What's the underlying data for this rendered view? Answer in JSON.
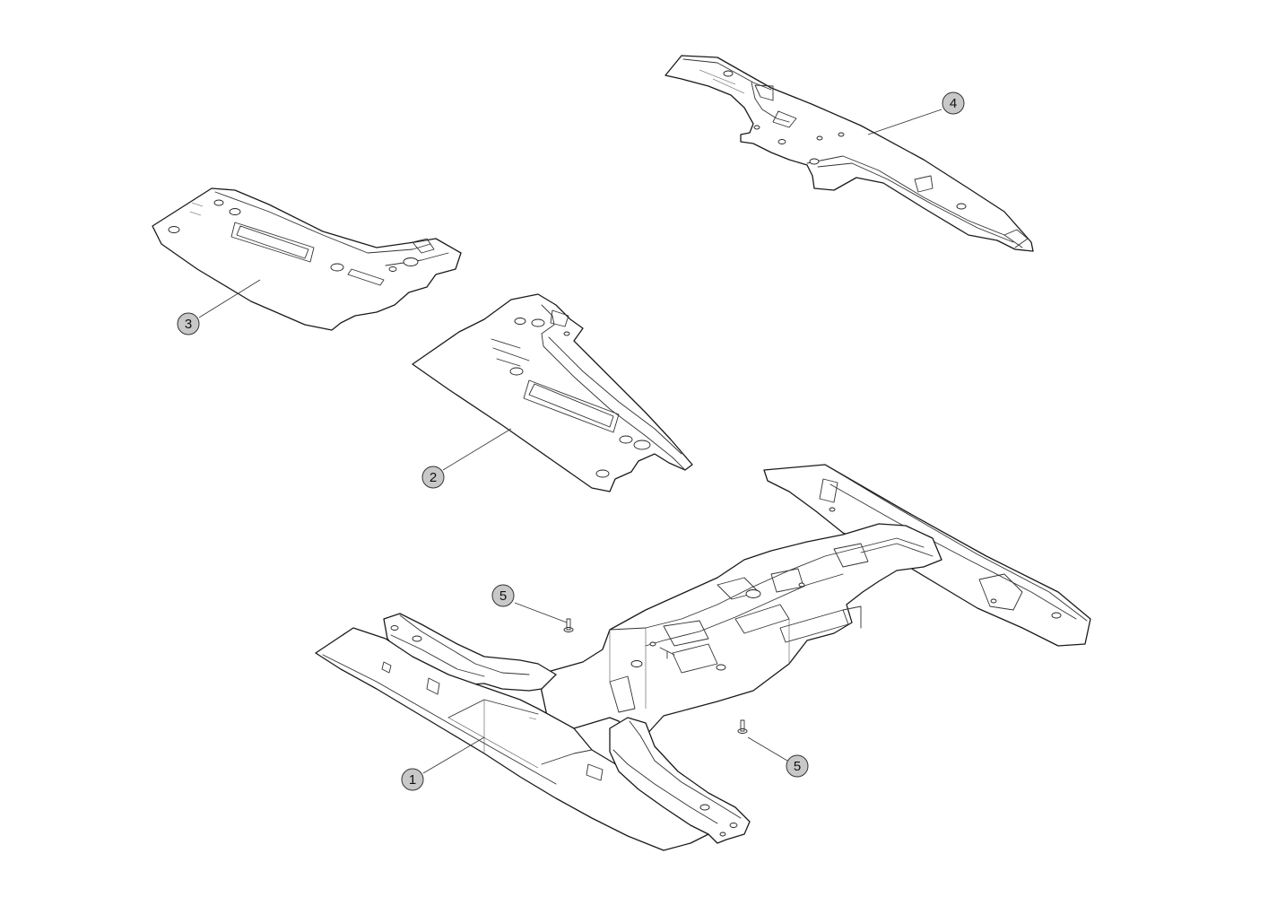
{
  "callouts": [
    {
      "id": "1",
      "label": "1"
    },
    {
      "id": "2",
      "label": "2"
    },
    {
      "id": "3",
      "label": "3"
    },
    {
      "id": "4",
      "label": "4"
    },
    {
      "id": "5a",
      "label": "5"
    },
    {
      "id": "5b",
      "label": "5"
    }
  ],
  "colors": {
    "line": "#1a1a1a",
    "balloon_fill": "#c8c8c8",
    "background": "#ffffff"
  }
}
